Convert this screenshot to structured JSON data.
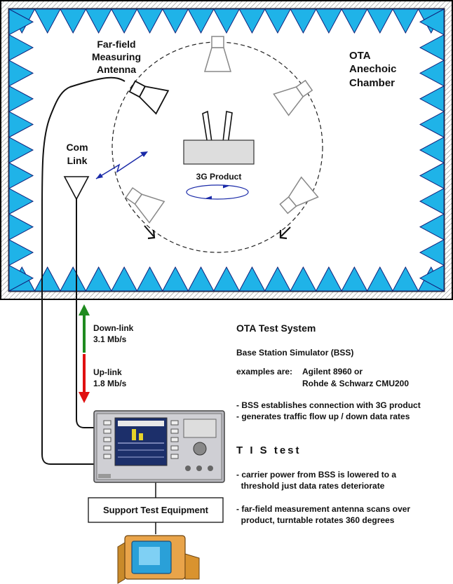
{
  "colors": {
    "absorber_fill": "#1fb3e8",
    "absorber_stroke": "#10207a",
    "chamber_border": "#000000",
    "hatch": "#9a9a9a",
    "link_arrow": "#1a2aa8",
    "downlink_arrow": "#1e8a1e",
    "uplink_arrow": "#e01010"
  },
  "chamber": {
    "title_line1": "OTA",
    "title_line2": "Anechoic",
    "title_line3": "Chamber",
    "far_field_line1": "Far-field",
    "far_field_line2": "Measuring",
    "far_field_line3": "Antenna",
    "com_link_line1": "Com",
    "com_link_line2": "Link",
    "product_label": "3G Product"
  },
  "links": {
    "downlink_label": "Down-link",
    "downlink_rate": "3.1 Mb/s",
    "uplink_label": "Up-link",
    "uplink_rate": "1.8 Mb/s"
  },
  "support_box_label": "Support Test Equipment",
  "text": {
    "ota_title": "OTA Test System",
    "bss_line": "Base Station Simulator (BSS)",
    "examples_prefix": "examples are:",
    "examples_1": "Agilent 8960  or",
    "examples_2": "Rohde & Schwarz CMU200",
    "bullet_1": "- BSS establishes connection with 3G product",
    "bullet_2": "- generates traffic flow up / down data rates",
    "tis_title": "T I S  test",
    "tis_1a": "- carrier power from BSS is lowered to a",
    "tis_1b": "  threshold just data rates deteriorate",
    "tis_2a": "- far-field measurement antenna scans over",
    "tis_2b": "  product, turntable rotates 360 degrees"
  },
  "icons": [
    "horn-antenna-icon",
    "dipole-antenna-icon",
    "turntable-rotation-icon",
    "lightning-link-icon",
    "bss-instrument-icon",
    "computer-workstation-icon"
  ]
}
